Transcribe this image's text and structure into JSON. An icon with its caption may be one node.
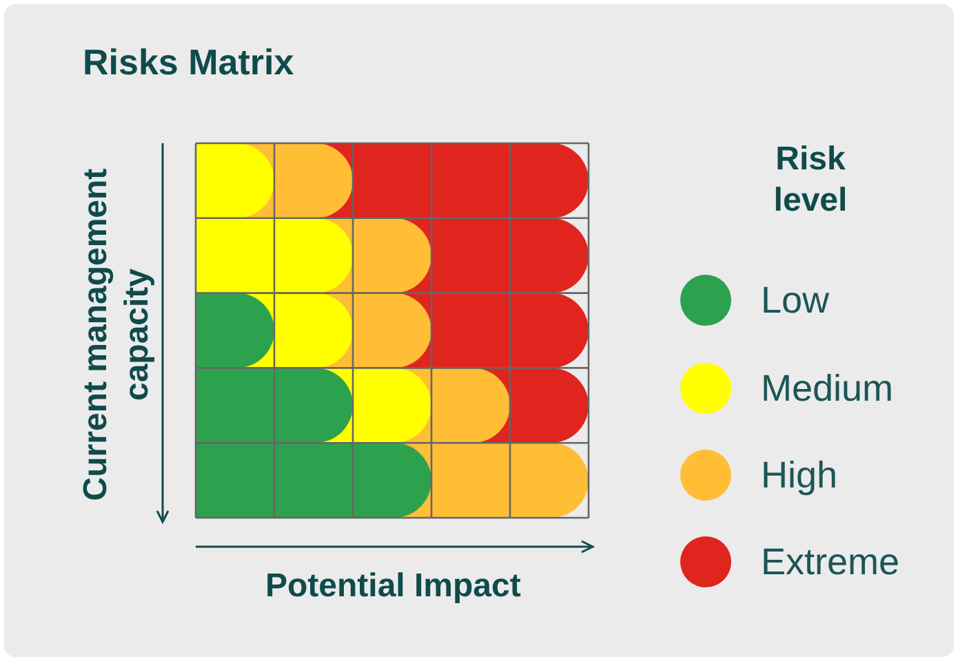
{
  "diagram": {
    "title": "Risks Matrix",
    "labels": [
      "Current management capacity",
      "Potential Impact",
      "Risk level"
    ],
    "legend": [
      {
        "text": "Low",
        "color": "#2ca24f"
      },
      {
        "text": "Medium",
        "color": "#ffff00"
      },
      {
        "text": "High",
        "color": "#ffbe35"
      },
      {
        "text": "Extreme",
        "color": "#e0251f"
      }
    ]
  }
}
